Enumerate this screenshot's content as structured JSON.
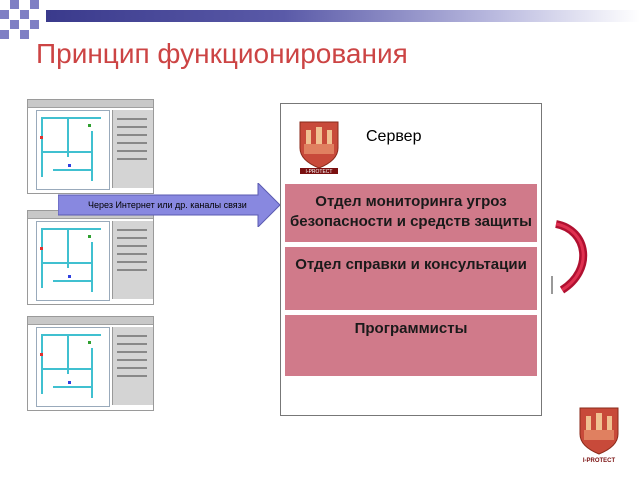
{
  "slide": {
    "title": "Принцип функционирования"
  },
  "arrow": {
    "label": "Через Интернет или др. каналы связи"
  },
  "server": {
    "label": "Сервер",
    "logo_text": "I-PROTECT",
    "departments": [
      {
        "label": "Отдел мониторинга угроз безопасности и средств защиты"
      },
      {
        "label": "Отдел справки и консультации"
      },
      {
        "label": "Программисты"
      }
    ]
  },
  "corner_logo": {
    "text": "I-PROTECT"
  },
  "colors": {
    "title": "#cc4444",
    "department_fill": "#d07a8a",
    "arrow_fill": "#8888e0",
    "cycle_arrow": "#b01030",
    "logo_fill": "#c84a3a"
  },
  "icons": {
    "logo": "shield-logo-icon",
    "arrow": "right-arrow-icon",
    "cycle": "curved-arrow-icon"
  }
}
